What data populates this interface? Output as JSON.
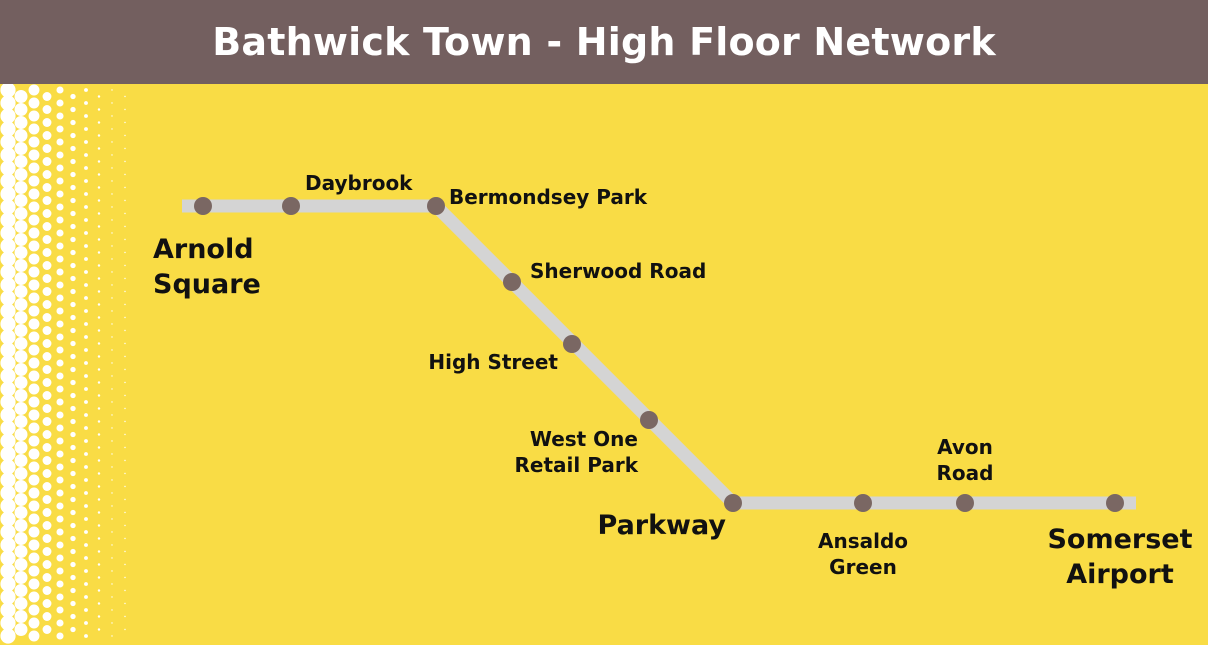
{
  "title": "Bathwick Town - High Floor Network",
  "colors": {
    "background": "#f9dc45",
    "header": "#735f5f",
    "route_line": "#d4d4d4",
    "station_marker": "#7a6763",
    "dots": "#ffffff",
    "label_text": "#111111"
  },
  "route": {
    "stations": [
      {
        "id": "arnold-square",
        "lines": [
          "Arnold",
          "Square"
        ],
        "type": "terminus"
      },
      {
        "id": "daybrook",
        "lines": [
          "Daybrook"
        ],
        "type": "stop"
      },
      {
        "id": "bermondsey-park",
        "lines": [
          "Bermondsey Park"
        ],
        "type": "stop"
      },
      {
        "id": "sherwood-road",
        "lines": [
          "Sherwood Road"
        ],
        "type": "stop"
      },
      {
        "id": "high-street",
        "lines": [
          "High Street"
        ],
        "type": "stop"
      },
      {
        "id": "west-one-retail-park",
        "lines": [
          "West One",
          "Retail Park"
        ],
        "type": "stop"
      },
      {
        "id": "parkway",
        "lines": [
          "Parkway"
        ],
        "type": "major"
      },
      {
        "id": "ansaldo-green",
        "lines": [
          "Ansaldo",
          "Green"
        ],
        "type": "stop"
      },
      {
        "id": "avon-road",
        "lines": [
          "Avon",
          "Road"
        ],
        "type": "stop"
      },
      {
        "id": "somerset-airport",
        "lines": [
          "Somerset",
          "Airport"
        ],
        "type": "terminus"
      }
    ]
  }
}
